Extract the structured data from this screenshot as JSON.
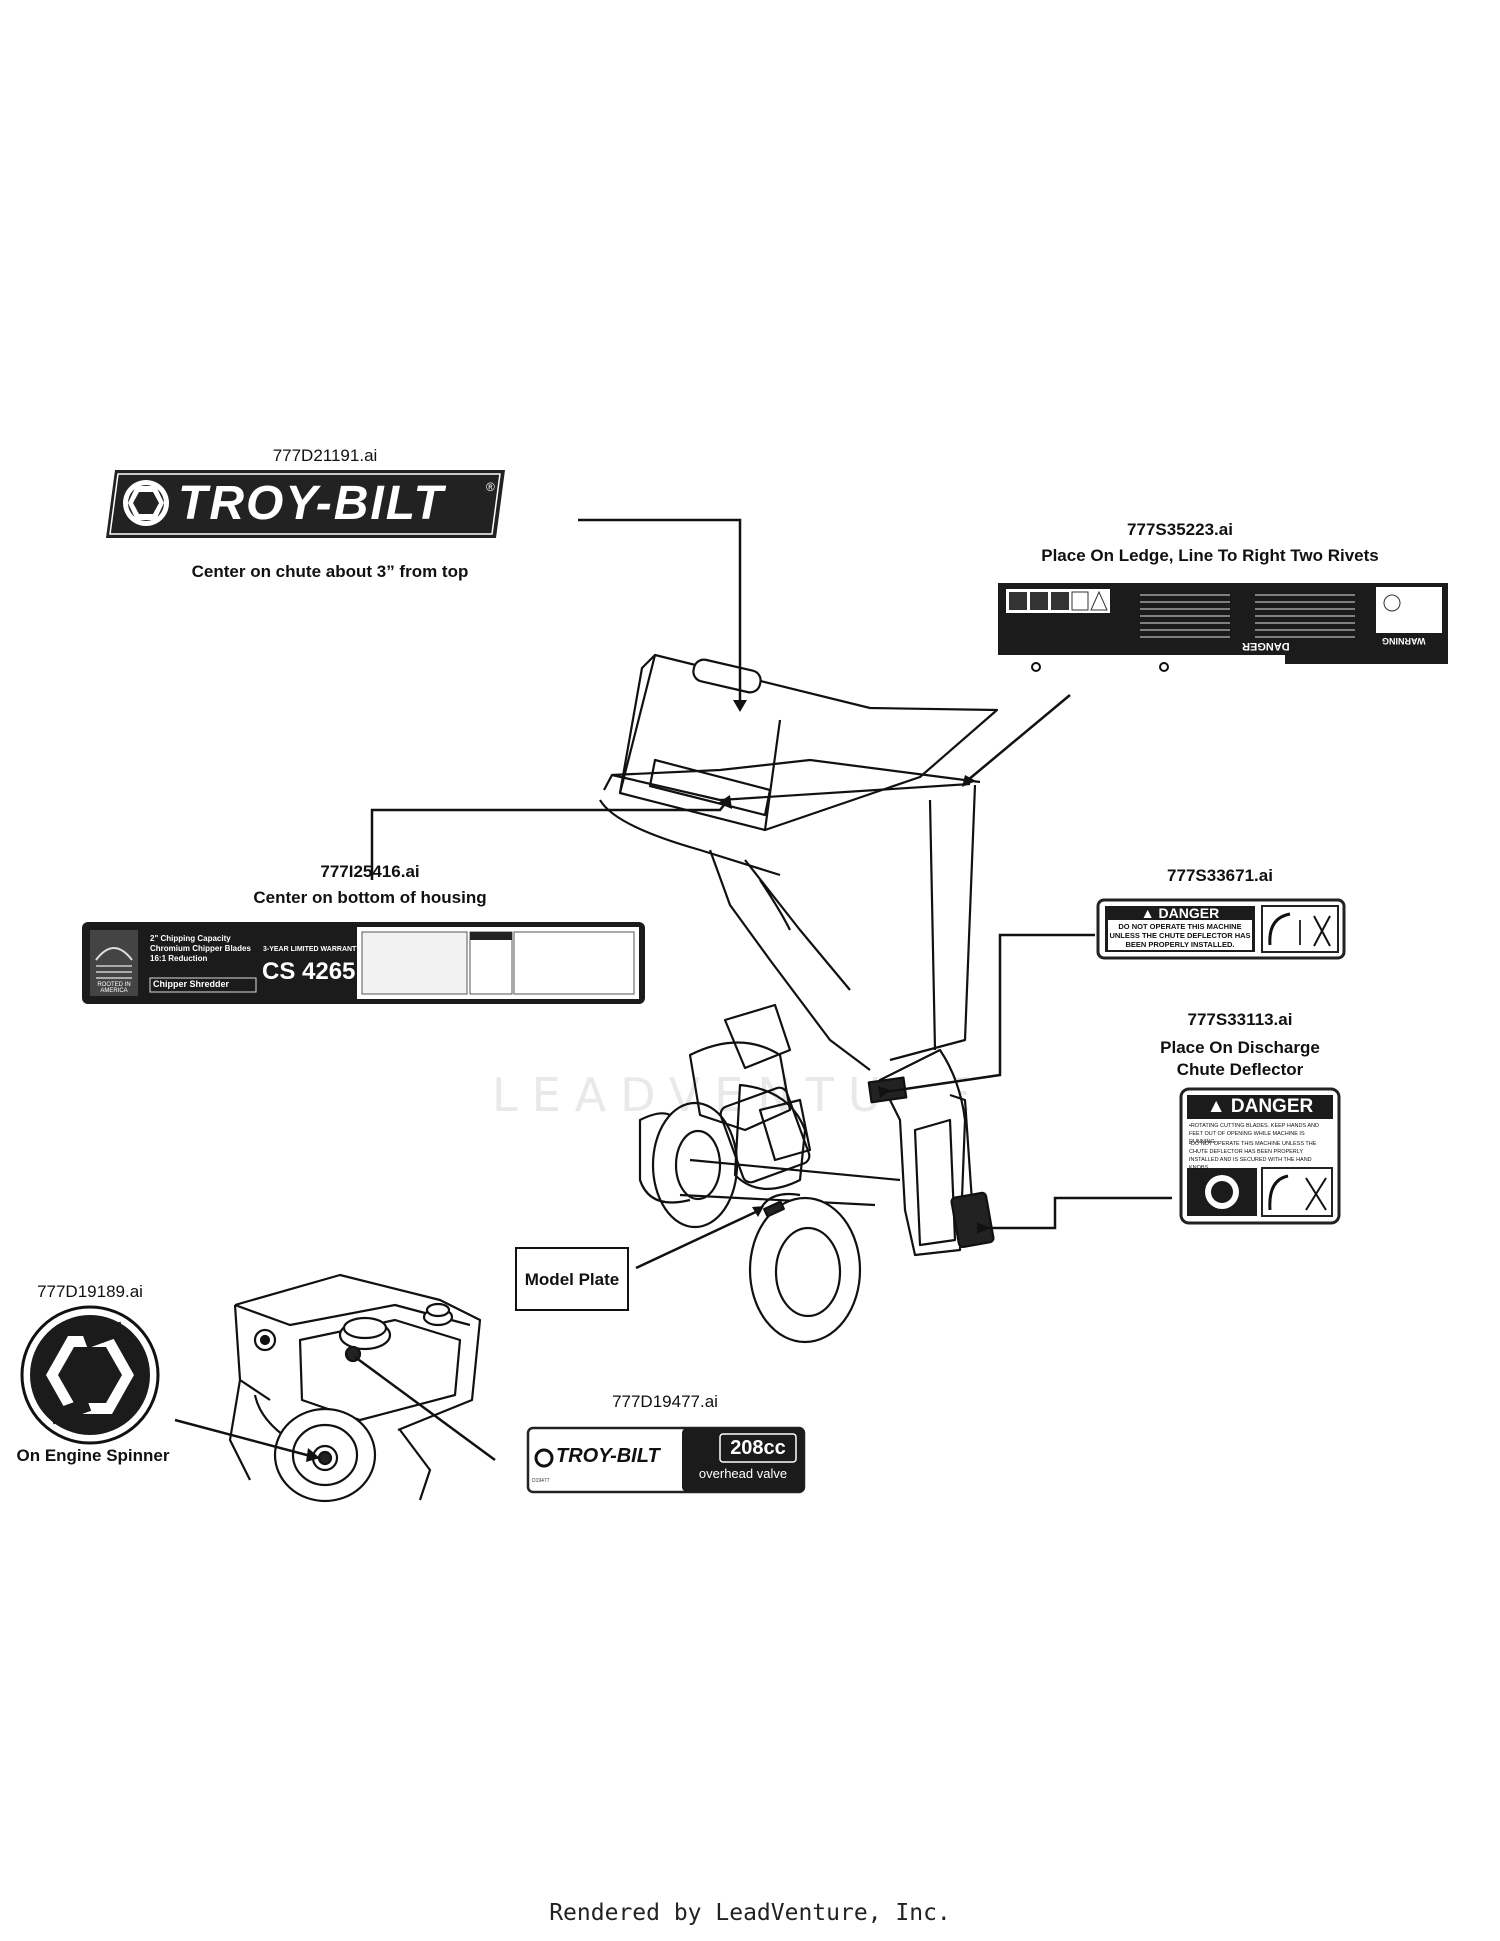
{
  "labels": {
    "troybilt_file": "777D21191.ai",
    "troybilt_note": "Center on chute about 3” from top",
    "ledge_file": "777S35223.ai",
    "ledge_note": "Place On Ledge, Line To Right Two Rivets",
    "housing_file": "777I25416.ai",
    "housing_note": "Center on bottom of housing",
    "deflector_warn_file": "777S33671.ai",
    "discharge_file": "777S33113.ai",
    "discharge_note_1": "Place On Discharge",
    "discharge_note_2": "Chute Deflector",
    "model_plate": "Model Plate",
    "spinner_file": "777D19189.ai",
    "spinner_note": "On Engine Spinner",
    "engine_decal_file": "777D19477.ai"
  },
  "decals": {
    "brand": "TROY-BILT",
    "registered": "®",
    "ledge_danger": "DANGER",
    "ledge_warning": "WARNING",
    "housing_model": "CS 4265",
    "housing_warranty": "3-YEAR LIMITED WARRANTY",
    "housing_product": "Chipper Shredder",
    "housing_rooted": "ROOTED IN AMERICA",
    "housing_spec_1": "2\" Chipping Capacity",
    "housing_spec_2": "Chromium Chipper Blades",
    "housing_spec_3": "16:1 Reduction",
    "small_danger_title": "DANGER",
    "small_danger_text_1": "DO NOT OPERATE THIS MACHINE",
    "small_danger_text_2": "UNLESS THE CHUTE DEFLECTOR HAS",
    "small_danger_text_3": "BEEN PROPERLY INSTALLED.",
    "big_danger_title": "DANGER",
    "big_danger_text_1": "•ROTATING CUTTING BLADES. KEEP HANDS AND",
    "big_danger_text_2": "FEET OUT OF OPENING WHILE MACHINE IS RUNNING.",
    "big_danger_text_3": "•DO NOT OPERATE THIS MACHINE UNLESS THE",
    "big_danger_text_4": "CHUTE DEFLECTOR HAS BEEN PROPERLY",
    "big_danger_text_5": "INSTALLED AND IS SECURED WITH THE HAND KNOBS.",
    "engine_cc": "208cc",
    "engine_valve": "overhead valve",
    "engine_code": "D19477"
  },
  "watermark": "LEADVENTURE",
  "footer": "Rendered by LeadVenture, Inc."
}
